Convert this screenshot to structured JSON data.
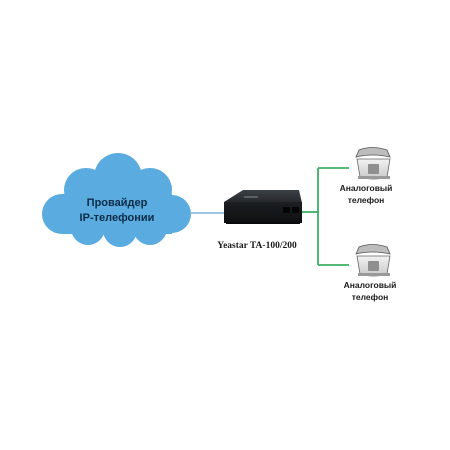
{
  "diagram": {
    "provider": {
      "line1": "Провайдер",
      "line2": "IP-телефонии",
      "color": "#5aabdf"
    },
    "gateway": {
      "label": "Yeastar TA-100/200",
      "color": "#1f2326"
    },
    "phones": [
      {
        "line1": "Аналоговый",
        "line2": "телефон"
      },
      {
        "line1": "Аналоговый",
        "line2": "телефон"
      }
    ],
    "links": {
      "provider_color": "#7fb2dd",
      "phone_color": "#3bb063"
    }
  }
}
